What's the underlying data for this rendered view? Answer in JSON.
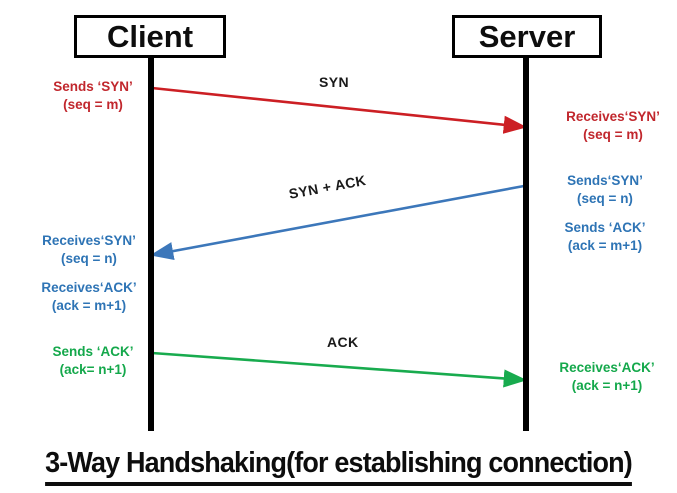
{
  "diagram": {
    "title": "3-Way Handshaking(for establishing connection)",
    "colors": {
      "red": "#c1272d",
      "blue": "#2e74b5",
      "green": "#14a84b",
      "black": "#000000",
      "background": "#ffffff"
    },
    "endpoints": {
      "client": "Client",
      "server": "Server"
    },
    "messages": [
      {
        "label": "SYN",
        "color": "#c1272d",
        "direction": "client-to-server"
      },
      {
        "label": "SYN + ACK",
        "color": "#2e74b5",
        "direction": "server-to-client"
      },
      {
        "label": "ACK",
        "color": "#14a84b",
        "direction": "client-to-server"
      }
    ],
    "annotations": {
      "client_sends_syn": {
        "line1": "Sends ‘SYN’",
        "line2": "(seq = m)",
        "color": "#c1272d"
      },
      "server_receives_syn": {
        "line1": "Receives‘SYN’",
        "line2": "(seq = m)",
        "color": "#c1272d"
      },
      "server_sends_syn": {
        "line1": "Sends‘SYN’",
        "line2": "(seq = n)",
        "color": "#2e74b5"
      },
      "server_sends_ack": {
        "line1": "Sends ‘ACK’",
        "line2": "(ack = m+1)",
        "color": "#2e74b5"
      },
      "client_receives_syn": {
        "line1": "Receives‘SYN’",
        "line2": "(seq = n)",
        "color": "#2e74b5"
      },
      "client_receives_ack": {
        "line1": "Receives‘ACK’",
        "line2": "(ack = m+1)",
        "color": "#2e74b5"
      },
      "client_sends_ack": {
        "line1": "Sends ‘ACK’",
        "line2": "(ack= n+1)",
        "color": "#14a84b"
      },
      "server_receives_ack": {
        "line1": "Receives‘ACK’",
        "line2": "(ack = n+1)",
        "color": "#14a84b"
      }
    }
  }
}
